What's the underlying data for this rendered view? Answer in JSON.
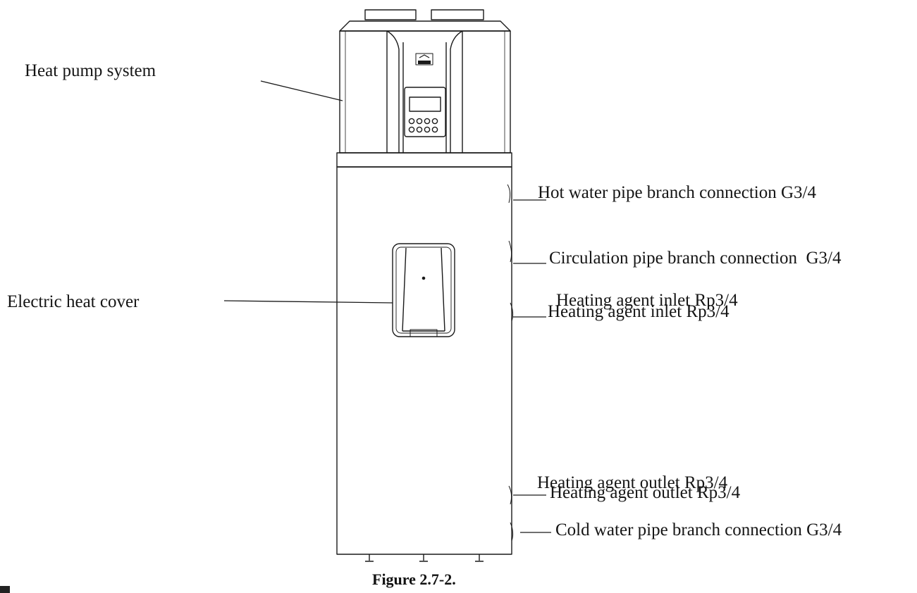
{
  "labels": {
    "heat_pump_system": "Heat pump system",
    "electric_heat_cover": "Electric heat cover",
    "hot_water_pipe": "Hot water pipe branch connection G3/4",
    "circulation_pipe": "Circulation pipe branch connection  G3/4",
    "heating_agent_inlet": "Heating agent inlet Rp3/4",
    "heating_agent_outlet": "Heating agent outlet Rp3/4",
    "cold_water_pipe": "Cold water pipe branch connection G3/4"
  },
  "caption": "Figure 2.7-2.",
  "colors": {
    "line": "#1a1a1a",
    "background": "#ffffff"
  }
}
